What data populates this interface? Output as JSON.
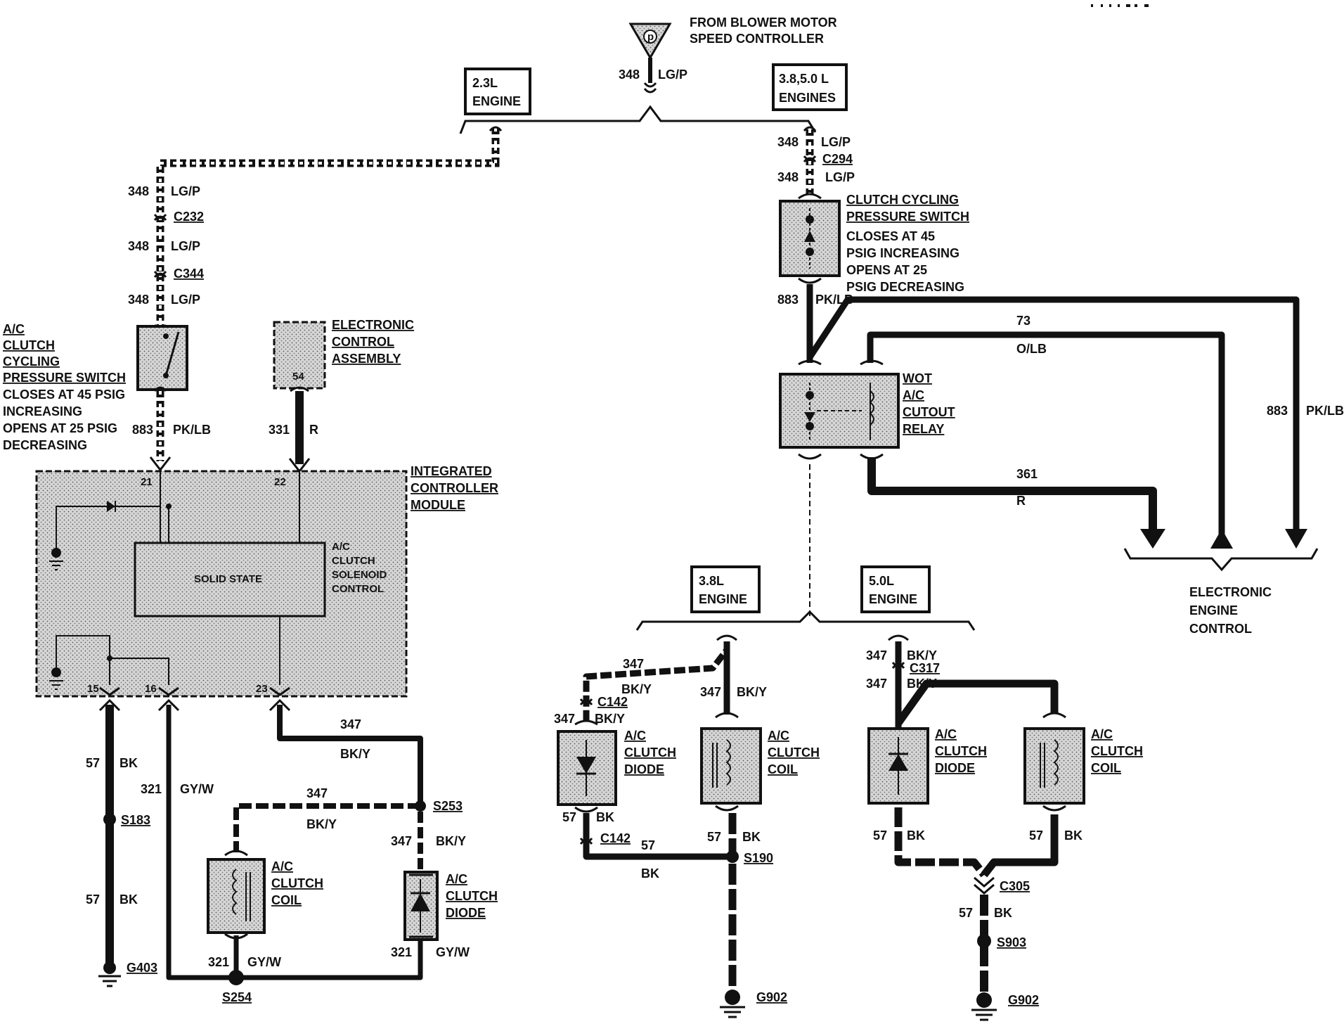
{
  "source": {
    "label_l1": "FROM BLOWER MOTOR",
    "label_l2": "SPEED CONTROLLER"
  },
  "engine_labels": {
    "e23_l1": "2.3L",
    "e23_l2": "ENGINE",
    "e3850_l1": "3.8,5.0 L",
    "e3850_l2": "ENGINES",
    "e38_l1": "3.8L",
    "e38_l2": "ENGINE",
    "e50_l1": "5.0L",
    "e50_l2": "ENGINE"
  },
  "wires": {
    "w348": "348",
    "lgp": "LG/P",
    "w883": "883",
    "pklb": "PK/LB",
    "w331": "331",
    "r": "R",
    "w347": "347",
    "bky": "BK/Y",
    "w57": "57",
    "bk": "BK",
    "w321": "321",
    "gyw": "GY/W",
    "w73": "73",
    "olb": "O/LB",
    "w361": "361"
  },
  "connectors": {
    "c232": "C232",
    "c344": "C344",
    "c294": "C294",
    "c142": "C142",
    "c317": "C317",
    "c305": "C305",
    "s183": "S183",
    "s253": "S253",
    "s254": "S254",
    "s190": "S190",
    "s903": "S903",
    "g403": "G403",
    "g902": "G902"
  },
  "components": {
    "left_switch": [
      "A/C",
      "CLUTCH",
      "CYCLING",
      "PRESSURE SWITCH",
      "CLOSES AT 45 PSIG",
      "INCREASING",
      "OPENS AT 25 PSIG",
      "DECREASING"
    ],
    "eca": [
      "ELECTRONIC",
      "CONTROL",
      "ASSEMBLY"
    ],
    "eca_pin": "54",
    "icm": [
      "INTEGRATED",
      "CONTROLLER",
      "MODULE"
    ],
    "icm_pins": {
      "p21": "21",
      "p22": "22",
      "p15": "15",
      "p16": "16",
      "p23": "23"
    },
    "solid_state": "SOLID STATE",
    "solenoid_ctrl": [
      "A/C",
      "CLUTCH",
      "SOLENOID",
      "CONTROL"
    ],
    "right_switch": [
      "CLUTCH CYCLING",
      "PRESSURE SWITCH",
      "CLOSES AT 45",
      "PSIG INCREASING",
      "OPENS AT 25",
      "PSIG DECREASING"
    ],
    "wot_relay": [
      "WOT",
      "A/C",
      "CUTOUT",
      "RELAY"
    ],
    "clutch_coil": [
      "A/C",
      "CLUTCH",
      "COIL"
    ],
    "clutch_diode": [
      "A/C",
      "CLUTCH",
      "DIODE"
    ],
    "eec": [
      "ELECTRONIC",
      "ENGINE",
      "CONTROL"
    ]
  }
}
